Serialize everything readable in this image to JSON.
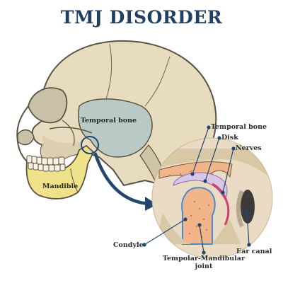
{
  "title": "TMJ DISORDER",
  "labels": {
    "temporal_bone_skull": "Temporal bone",
    "mandible": "Mandible",
    "temporal_bone_detail": "Temporal bone",
    "disk": "Disk",
    "nerves": "Nerves",
    "condyle": "Condyle",
    "ear_canal": "Ear canal",
    "tm_joint_line1": "Tempolar-Mandibular",
    "tm_joint_line2": "joint"
  },
  "colors": {
    "title": "#213f63",
    "skull": "#e8dcc0",
    "temporal_bone": "#b9c9c6",
    "mandible": "#f0e28a",
    "detail_bg": "#eadcc4",
    "disk": "#d9c7e8",
    "bone_spongy": "#f2b58a",
    "nerve": "#d53c6e",
    "arrow": "#21476e",
    "joint_outline": "#4a8bd0"
  }
}
